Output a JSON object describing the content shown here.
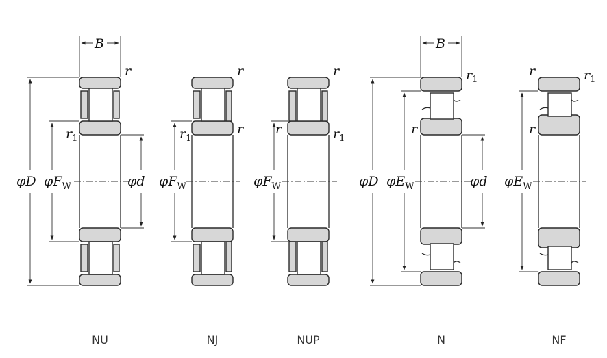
{
  "bearings": [
    {
      "name": "NU",
      "dims": [
        "φD",
        "φFw",
        "φd"
      ],
      "corner": [
        "r",
        "r1"
      ],
      "B": "B"
    },
    {
      "name": "NJ",
      "dims": [
        "φFw"
      ],
      "corner": [
        "r",
        "r1",
        "r"
      ]
    },
    {
      "name": "NUP",
      "dims": [
        "φFw"
      ],
      "corner": [
        "r",
        "r",
        "r1"
      ]
    },
    {
      "name": "N",
      "dims": [
        "φD",
        "φEw",
        "φd"
      ],
      "corner": [
        "r1",
        "r"
      ],
      "B": "B"
    },
    {
      "name": "NF",
      "dims": [
        "φEw"
      ],
      "corner": [
        "r",
        "r1",
        "r"
      ]
    }
  ],
  "labels": {
    "phi": "φ",
    "D": "D",
    "d": "d",
    "F": "F",
    "E": "E",
    "w": "W",
    "B": "B",
    "r": "r",
    "r1": "r",
    "one": "1"
  }
}
